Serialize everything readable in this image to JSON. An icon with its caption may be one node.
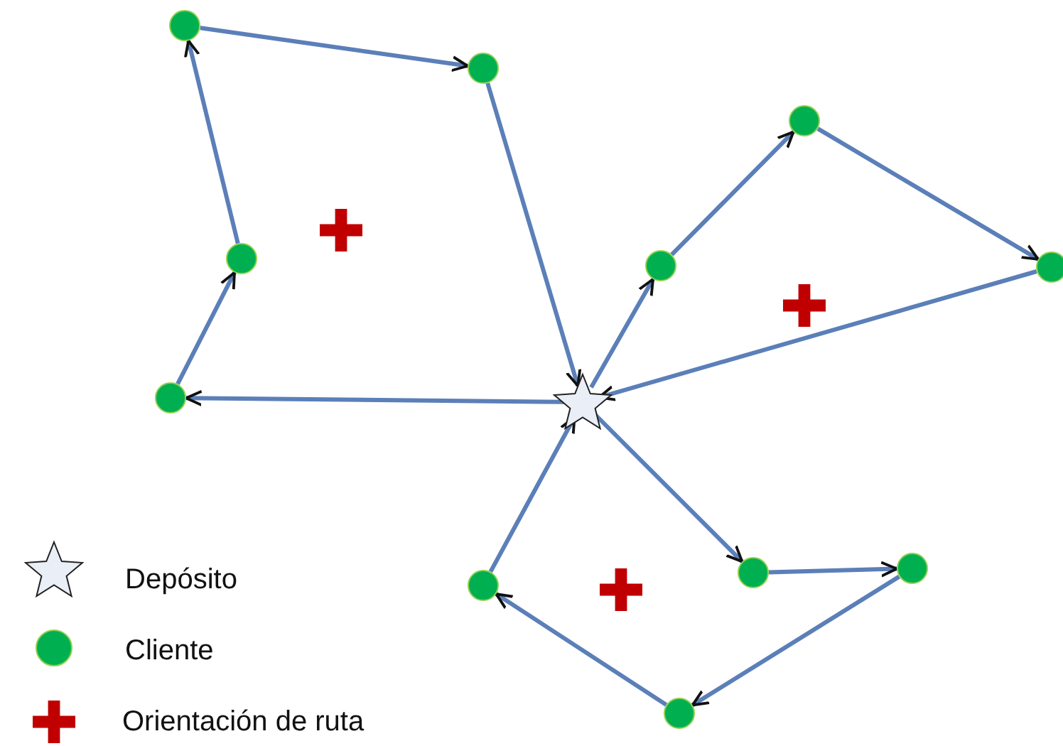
{
  "diagram": {
    "nodes": [
      {
        "text": [],
        "shape": "star"
      },
      {
        "text": [],
        "shape": "circle"
      },
      {
        "text": [],
        "shape": "circle"
      },
      {
        "text": [],
        "shape": "circle"
      },
      {
        "text": [],
        "shape": "circle"
      },
      {
        "text": [],
        "shape": "circle"
      },
      {
        "text": [],
        "shape": "circle"
      },
      {
        "text": [],
        "shape": "circle"
      },
      {
        "text": [],
        "shape": "circle"
      },
      {
        "text": [],
        "shape": "circle"
      },
      {
        "text": [],
        "shape": "circle"
      },
      {
        "text": [],
        "shape": "circle"
      }
    ],
    "edges": [
      {
        "from": 0,
        "to": 7,
        "arrow": "to"
      },
      {
        "from": 7,
        "to": 4,
        "arrow": "to"
      },
      {
        "from": 4,
        "to": 1,
        "arrow": "to"
      },
      {
        "from": 1,
        "to": 2,
        "arrow": "to"
      },
      {
        "from": 2,
        "to": 0,
        "arrow": "to"
      },
      {
        "from": 0,
        "to": 5,
        "arrow": "to"
      },
      {
        "from": 5,
        "to": 3,
        "arrow": "to"
      },
      {
        "from": 3,
        "to": 6,
        "arrow": "to"
      },
      {
        "from": 6,
        "to": 0,
        "arrow": "to"
      },
      {
        "from": 0,
        "to": 9,
        "arrow": "to"
      },
      {
        "from": 9,
        "to": 8,
        "arrow": "to"
      },
      {
        "from": 8,
        "to": 11,
        "arrow": "to"
      },
      {
        "from": 11,
        "to": 10,
        "arrow": "to"
      },
      {
        "from": 10,
        "to": 0,
        "arrow": "to"
      }
    ],
    "legend": [
      {
        "text": "Depósito"
      },
      {
        "text": "Cliente"
      },
      {
        "text": "Orientación de ruta"
      }
    ]
  }
}
